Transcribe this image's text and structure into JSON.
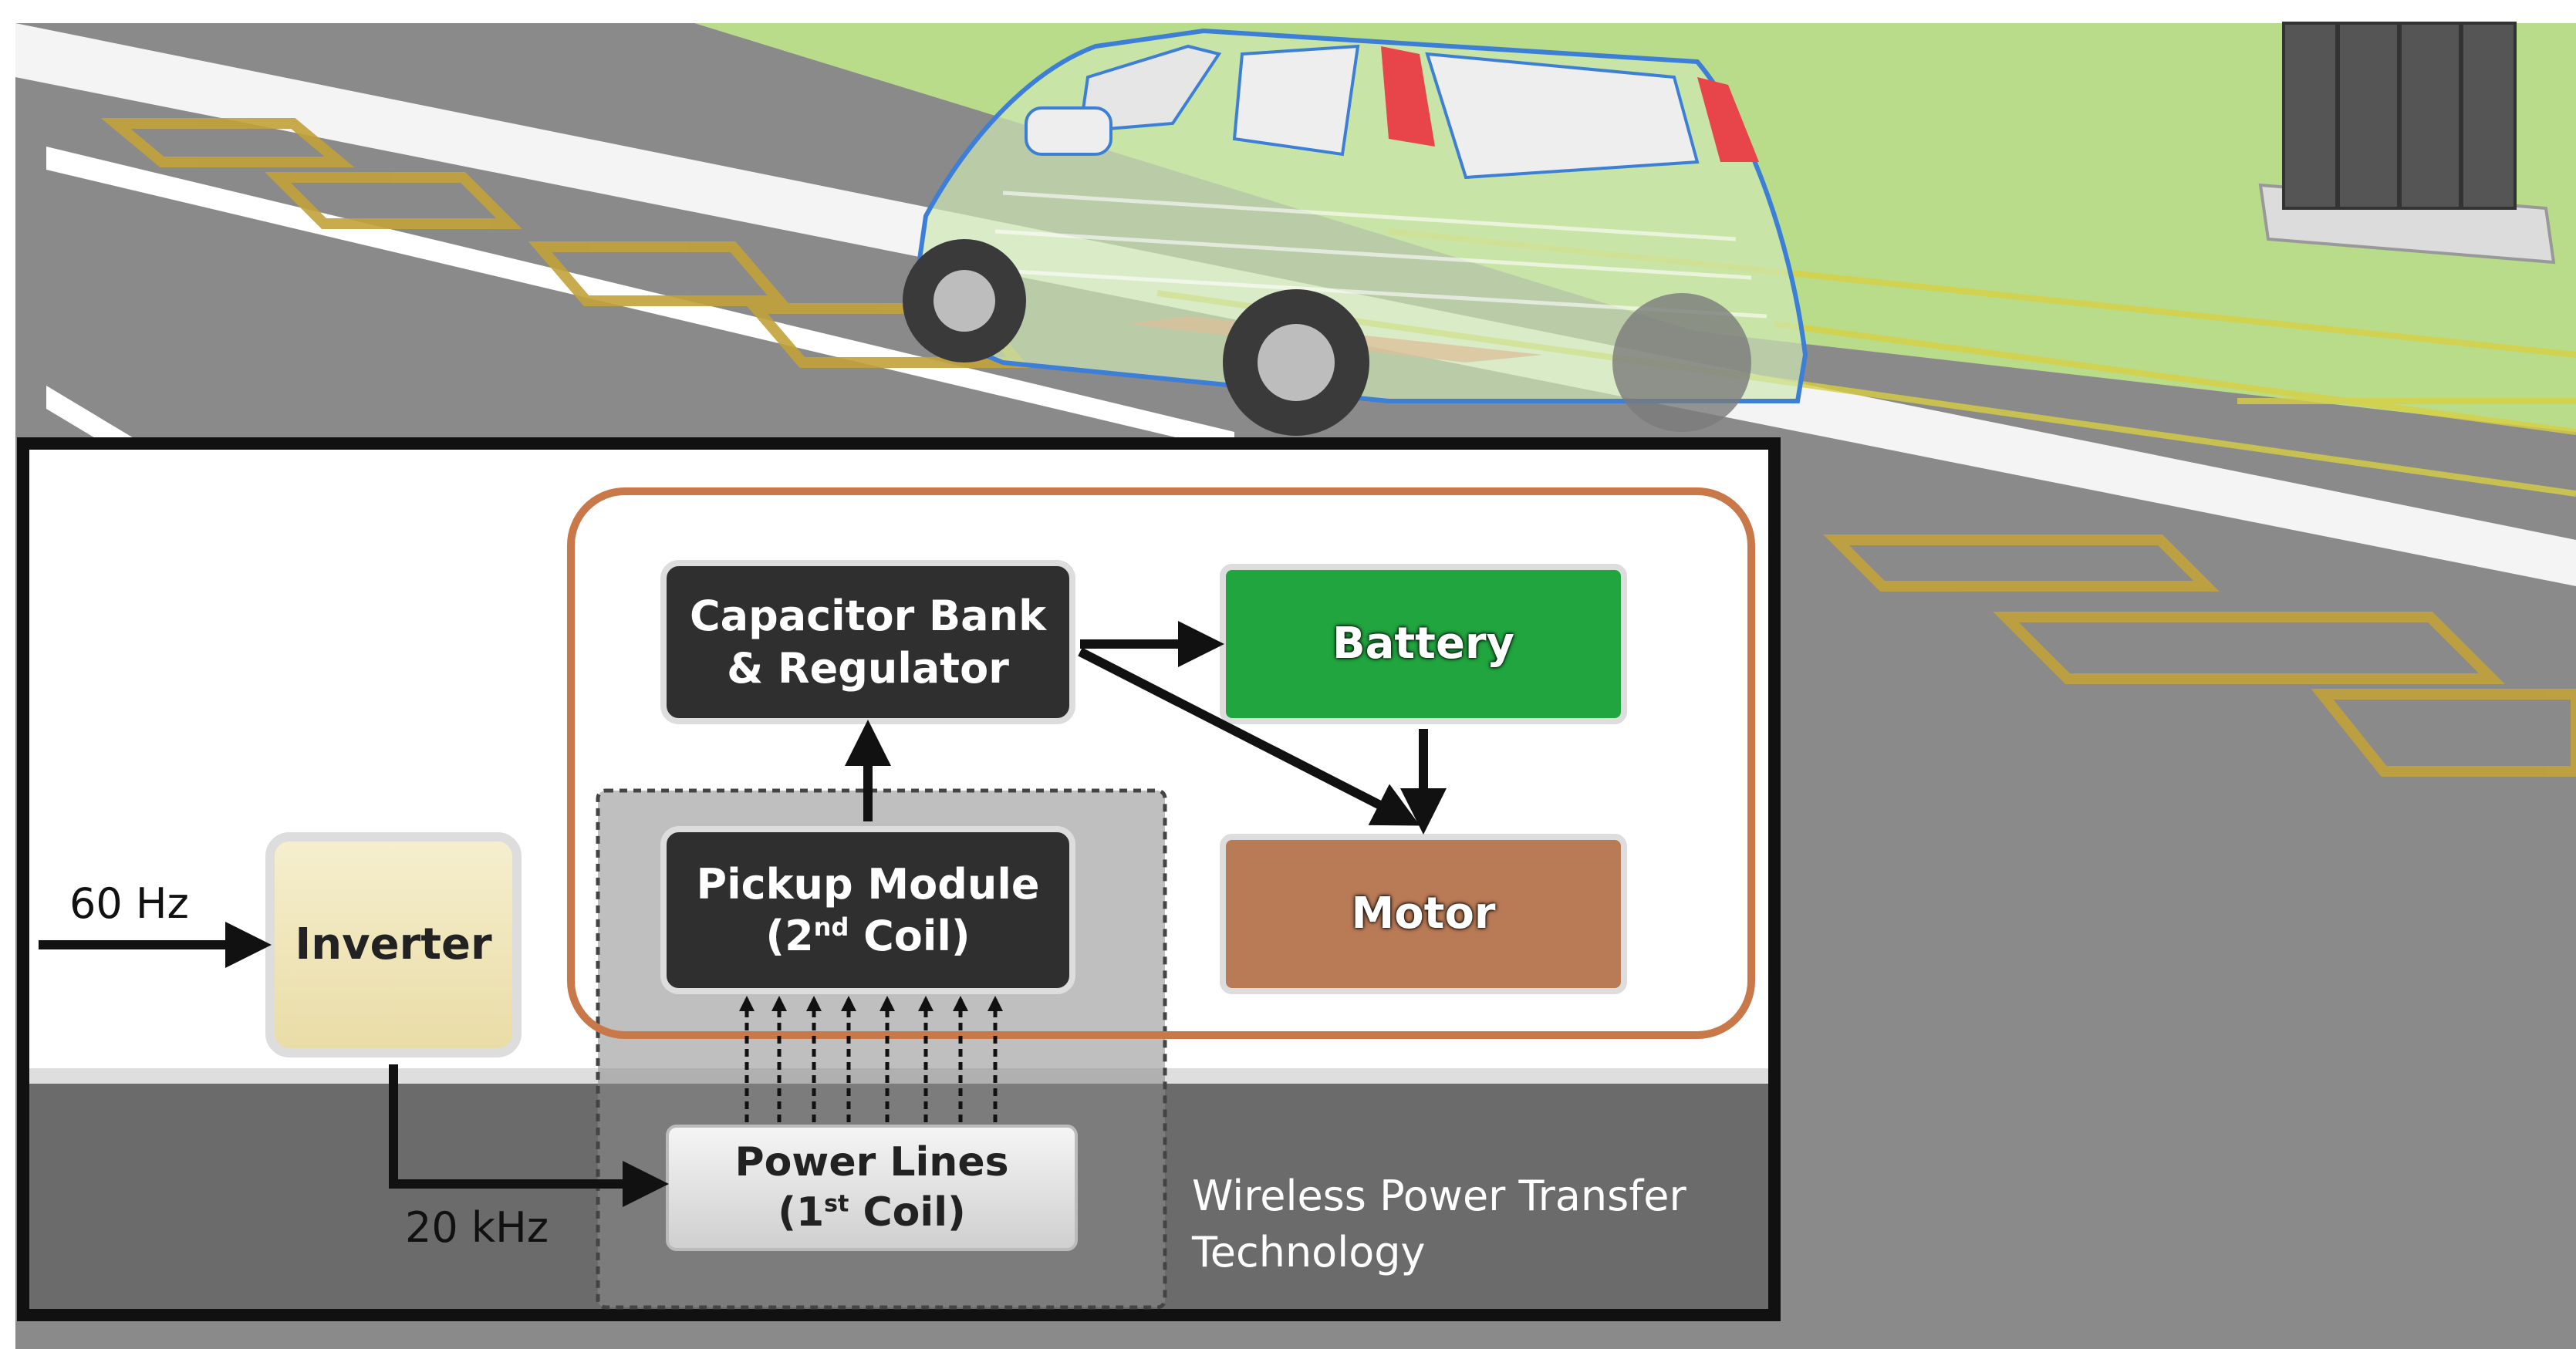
{
  "blocks": {
    "inverter": "Inverter",
    "capacitor_bank_line1": "Capacitor Bank",
    "capacitor_bank_line2": "& Regulator",
    "battery": "Battery",
    "motor": "Motor",
    "pickup_module_line1": "Pickup Module",
    "pickup_module_line2_pre": "(2",
    "pickup_module_line2_sup": "nd",
    "pickup_module_line2_post": " Coil)",
    "power_lines_line1": "Power Lines",
    "power_lines_line2_pre": "(1",
    "power_lines_line2_sup": "st",
    "power_lines_line2_post": " Coil)"
  },
  "labels": {
    "input_frequency": "60 Hz",
    "output_frequency": "20 kHz",
    "technology_line1": "Wireless Power Transfer",
    "technology_line2": "Technology"
  },
  "colors": {
    "grass": "#b9dc8a",
    "road": "#8a8a8a",
    "road_lane_marks": "#c2a23a",
    "inverter": "#efe6b8",
    "capacitor_bank": "#2f2f2f",
    "pickup_module": "#2f2f2f",
    "battery": "#21a53f",
    "motor": "#b97a56",
    "power_lines": "#e2e2e2",
    "vehicle_outline": "#ff7f2a",
    "car_body": "#cfe8b4",
    "car_outline": "#3d7fd6",
    "frame": "#111111"
  }
}
